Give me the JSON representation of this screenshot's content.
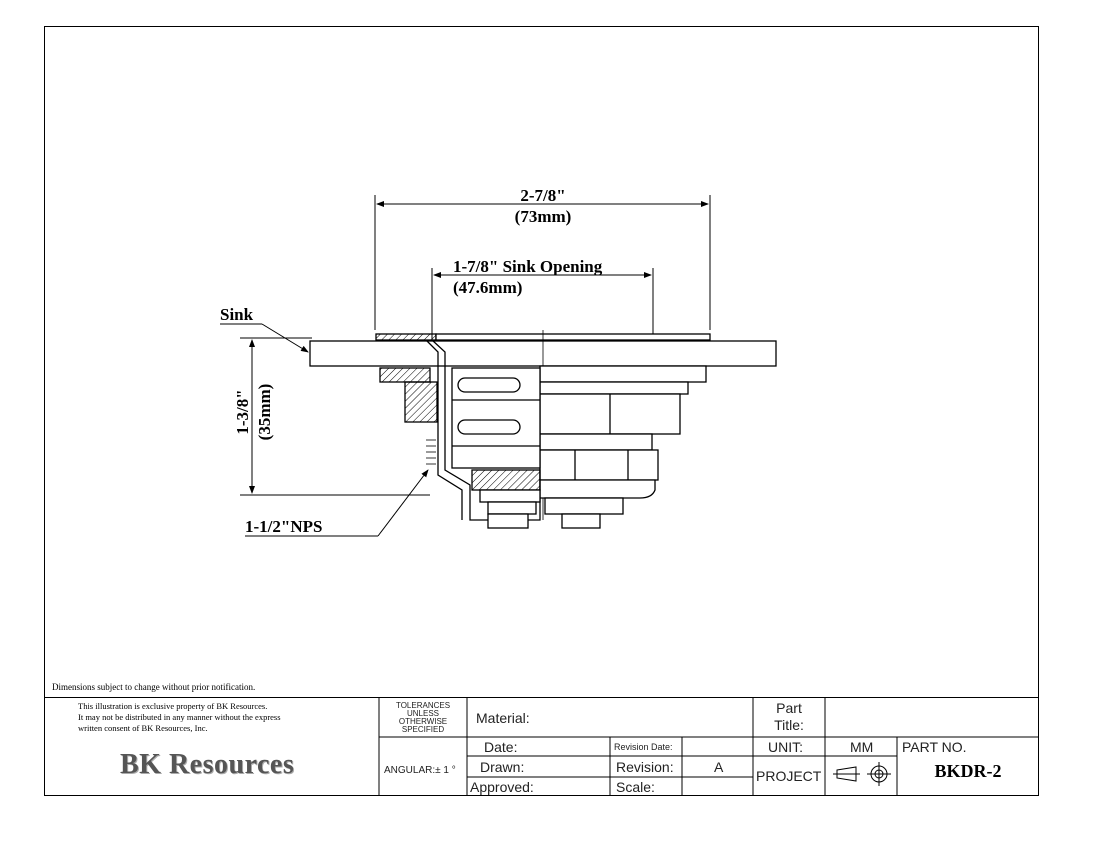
{
  "drawing": {
    "dim_overall": "2-7/8\"",
    "dim_overall_mm": "(73mm)",
    "dim_opening": "1-7/8\" Sink Opening",
    "dim_opening_mm": "(47.6mm)",
    "label_sink": "Sink",
    "dim_height": "1-3/8\"",
    "dim_height_mm": "(35mm)",
    "label_thread": "1-1/2\"NPS"
  },
  "notice": "Dimensions subject to change without prior notification.",
  "title_block": {
    "exclusive_line1": "This illustration is exclusive property of BK Resources.",
    "exclusive_line2": "It may not be distributed in any manner without the express",
    "exclusive_line3": "written consent of BK Resources, Inc.",
    "company_logo": "BK Resources",
    "tolerances": [
      "TOLERANCES",
      "UNLESS",
      "OTHERWISE",
      "SPECIFIED"
    ],
    "angular": "ANGULAR:± 1 °",
    "material_label": "Material:",
    "date_label": "Date:",
    "drawn_label": "Drawn:",
    "approved_label": "Approved:",
    "revision_date_label": "Revision Date:",
    "revision_label": "Revision:",
    "revision_value": "A",
    "scale_label": "Scale:",
    "part_title_label1": "Part",
    "part_title_label2": "Title:",
    "unit_label": "UNIT:",
    "unit_value": "MM",
    "part_no_label": "PART NO.",
    "part_no_value": "BKDR-2",
    "project_label": "PROJECT"
  }
}
